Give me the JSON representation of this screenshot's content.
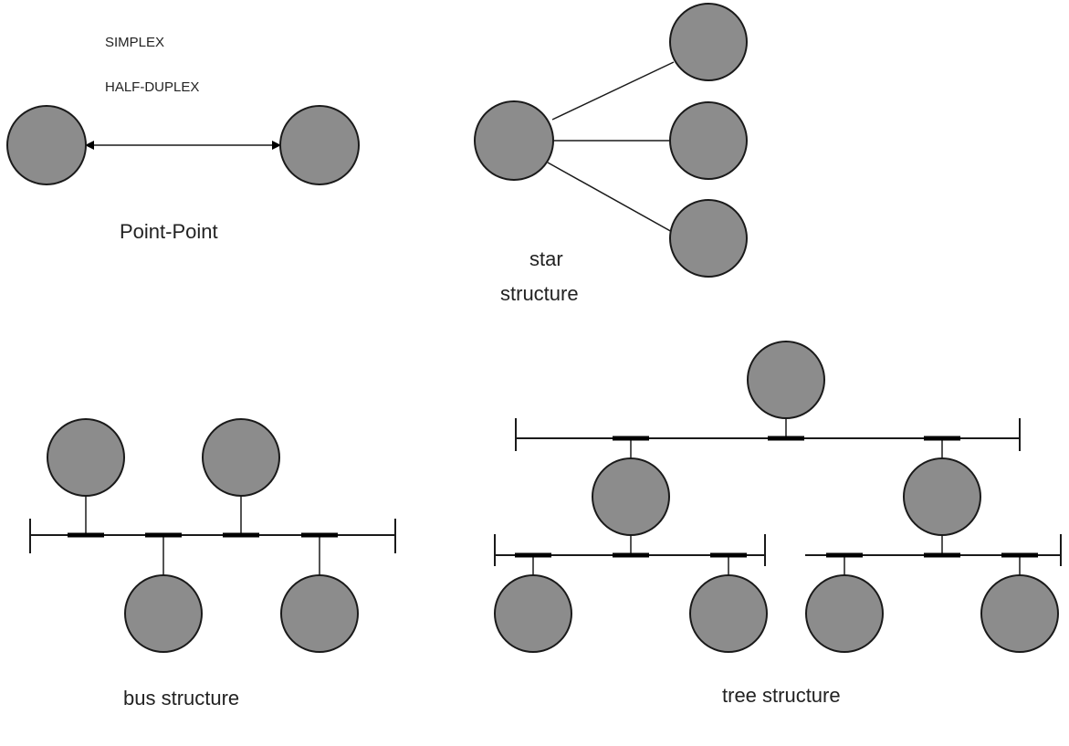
{
  "labels": {
    "simplex": "SIMPLEX",
    "half_duplex": "HALF-DUPLEX",
    "point_point": "Point-Point",
    "star_line1": "star",
    "star_line2": "structure",
    "bus": "bus structure",
    "tree": "tree structure"
  },
  "colors": {
    "node_fill": "#8c8c8c",
    "stroke": "#1a1a1a",
    "background": "#ffffff"
  }
}
